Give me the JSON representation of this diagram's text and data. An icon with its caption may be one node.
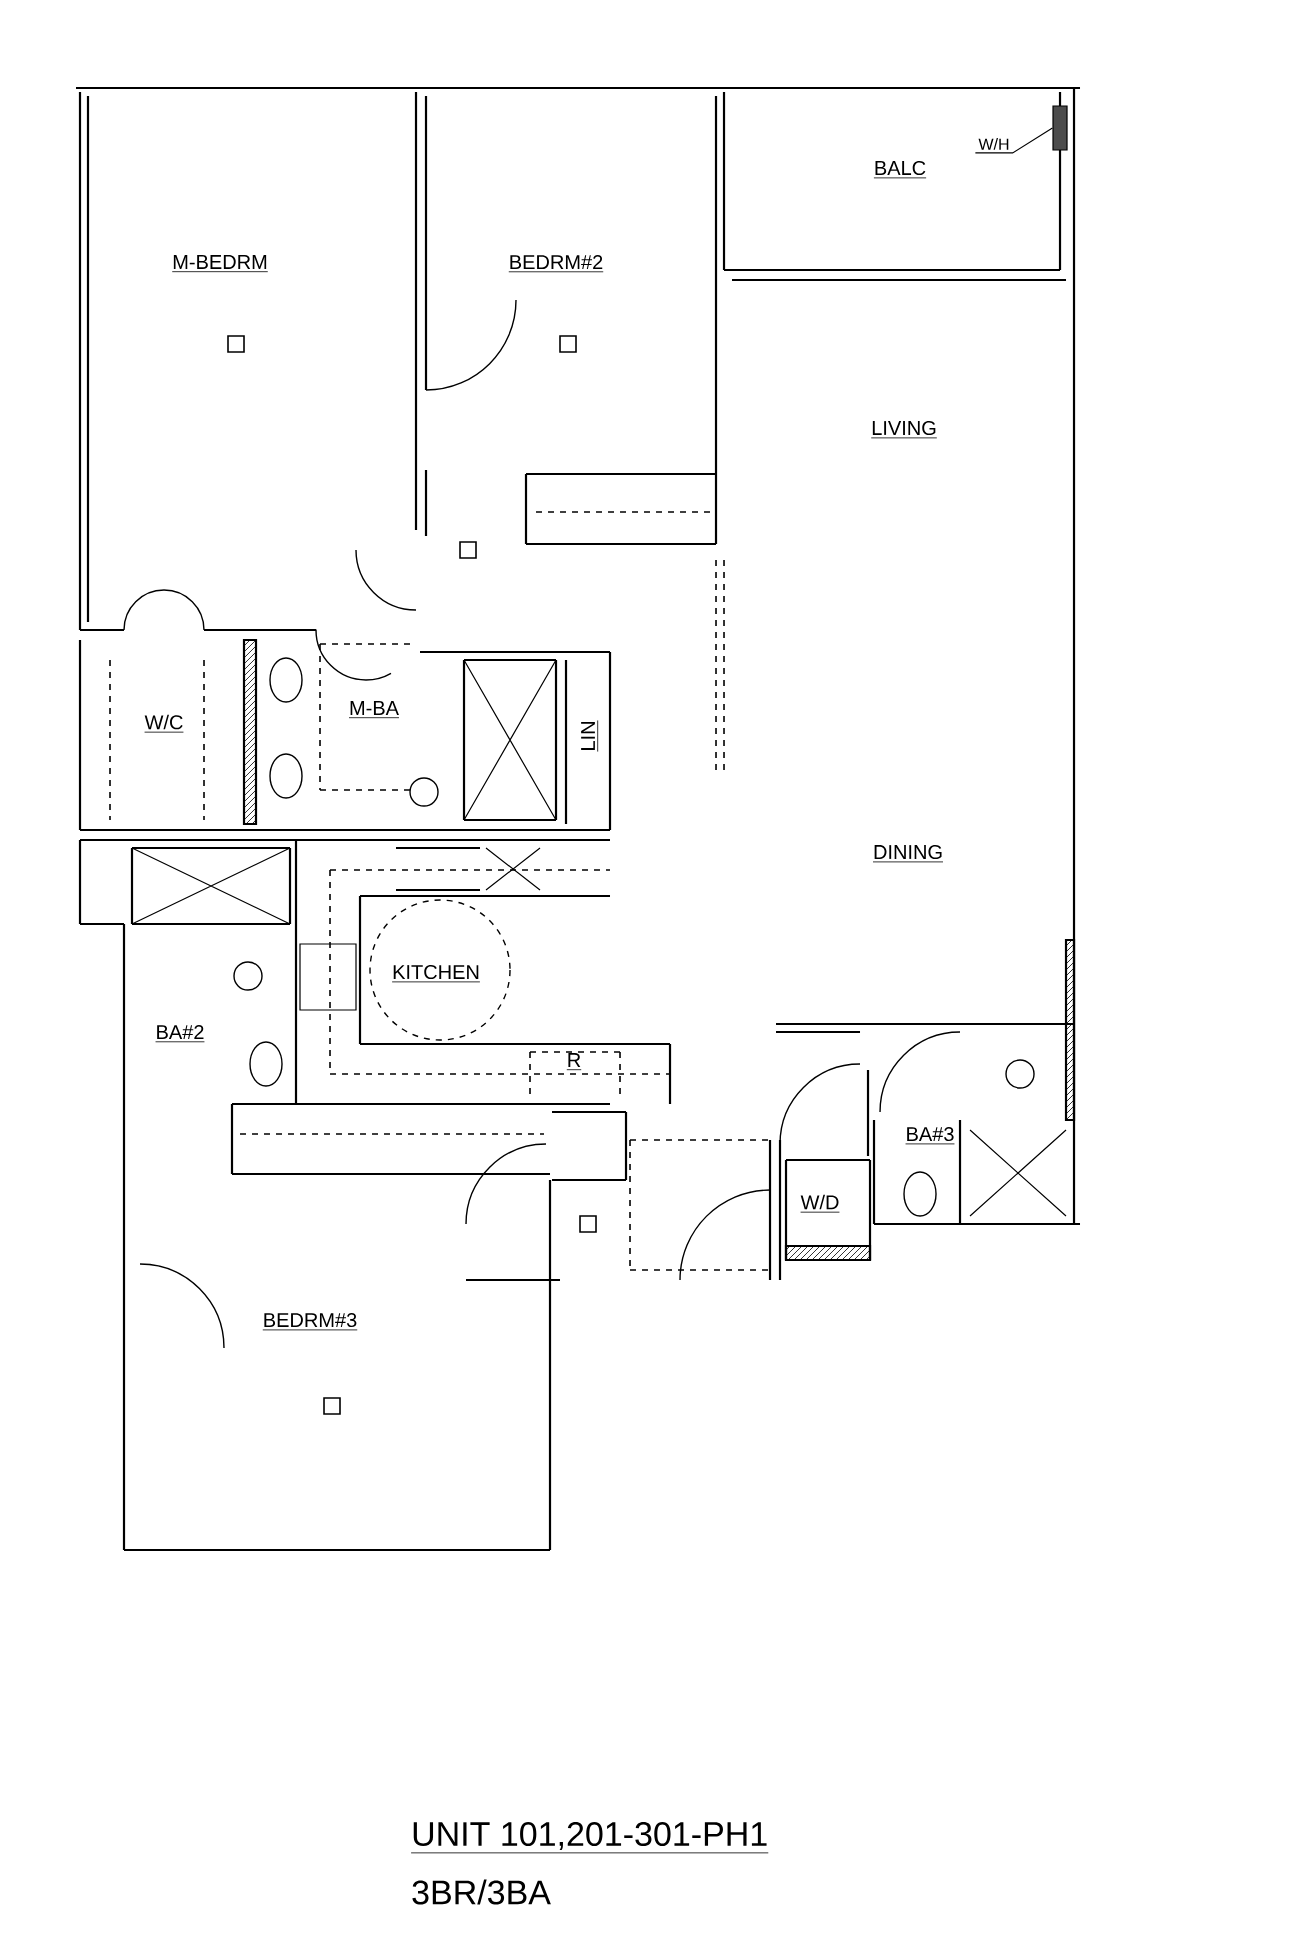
{
  "diagram": {
    "title": "UNIT 101,201-301-PH1",
    "caption": "3BR/3BA",
    "nodes": [
      {
        "text": [
          "W/H"
        ]
      },
      {
        "text": [],
        "shape": "box"
      }
    ],
    "edges": [
      {
        "from": 0,
        "to": 1,
        "arrow": "none"
      }
    ],
    "labels": [
      "M-BEDRM",
      "BEDRM#2",
      "BALC",
      "LIVING",
      "W/C",
      "M-BA",
      "LIN",
      "DINING",
      "KITCHEN",
      "R",
      "BA#2",
      "BA#3",
      "W/D",
      "BEDRM#3"
    ]
  }
}
